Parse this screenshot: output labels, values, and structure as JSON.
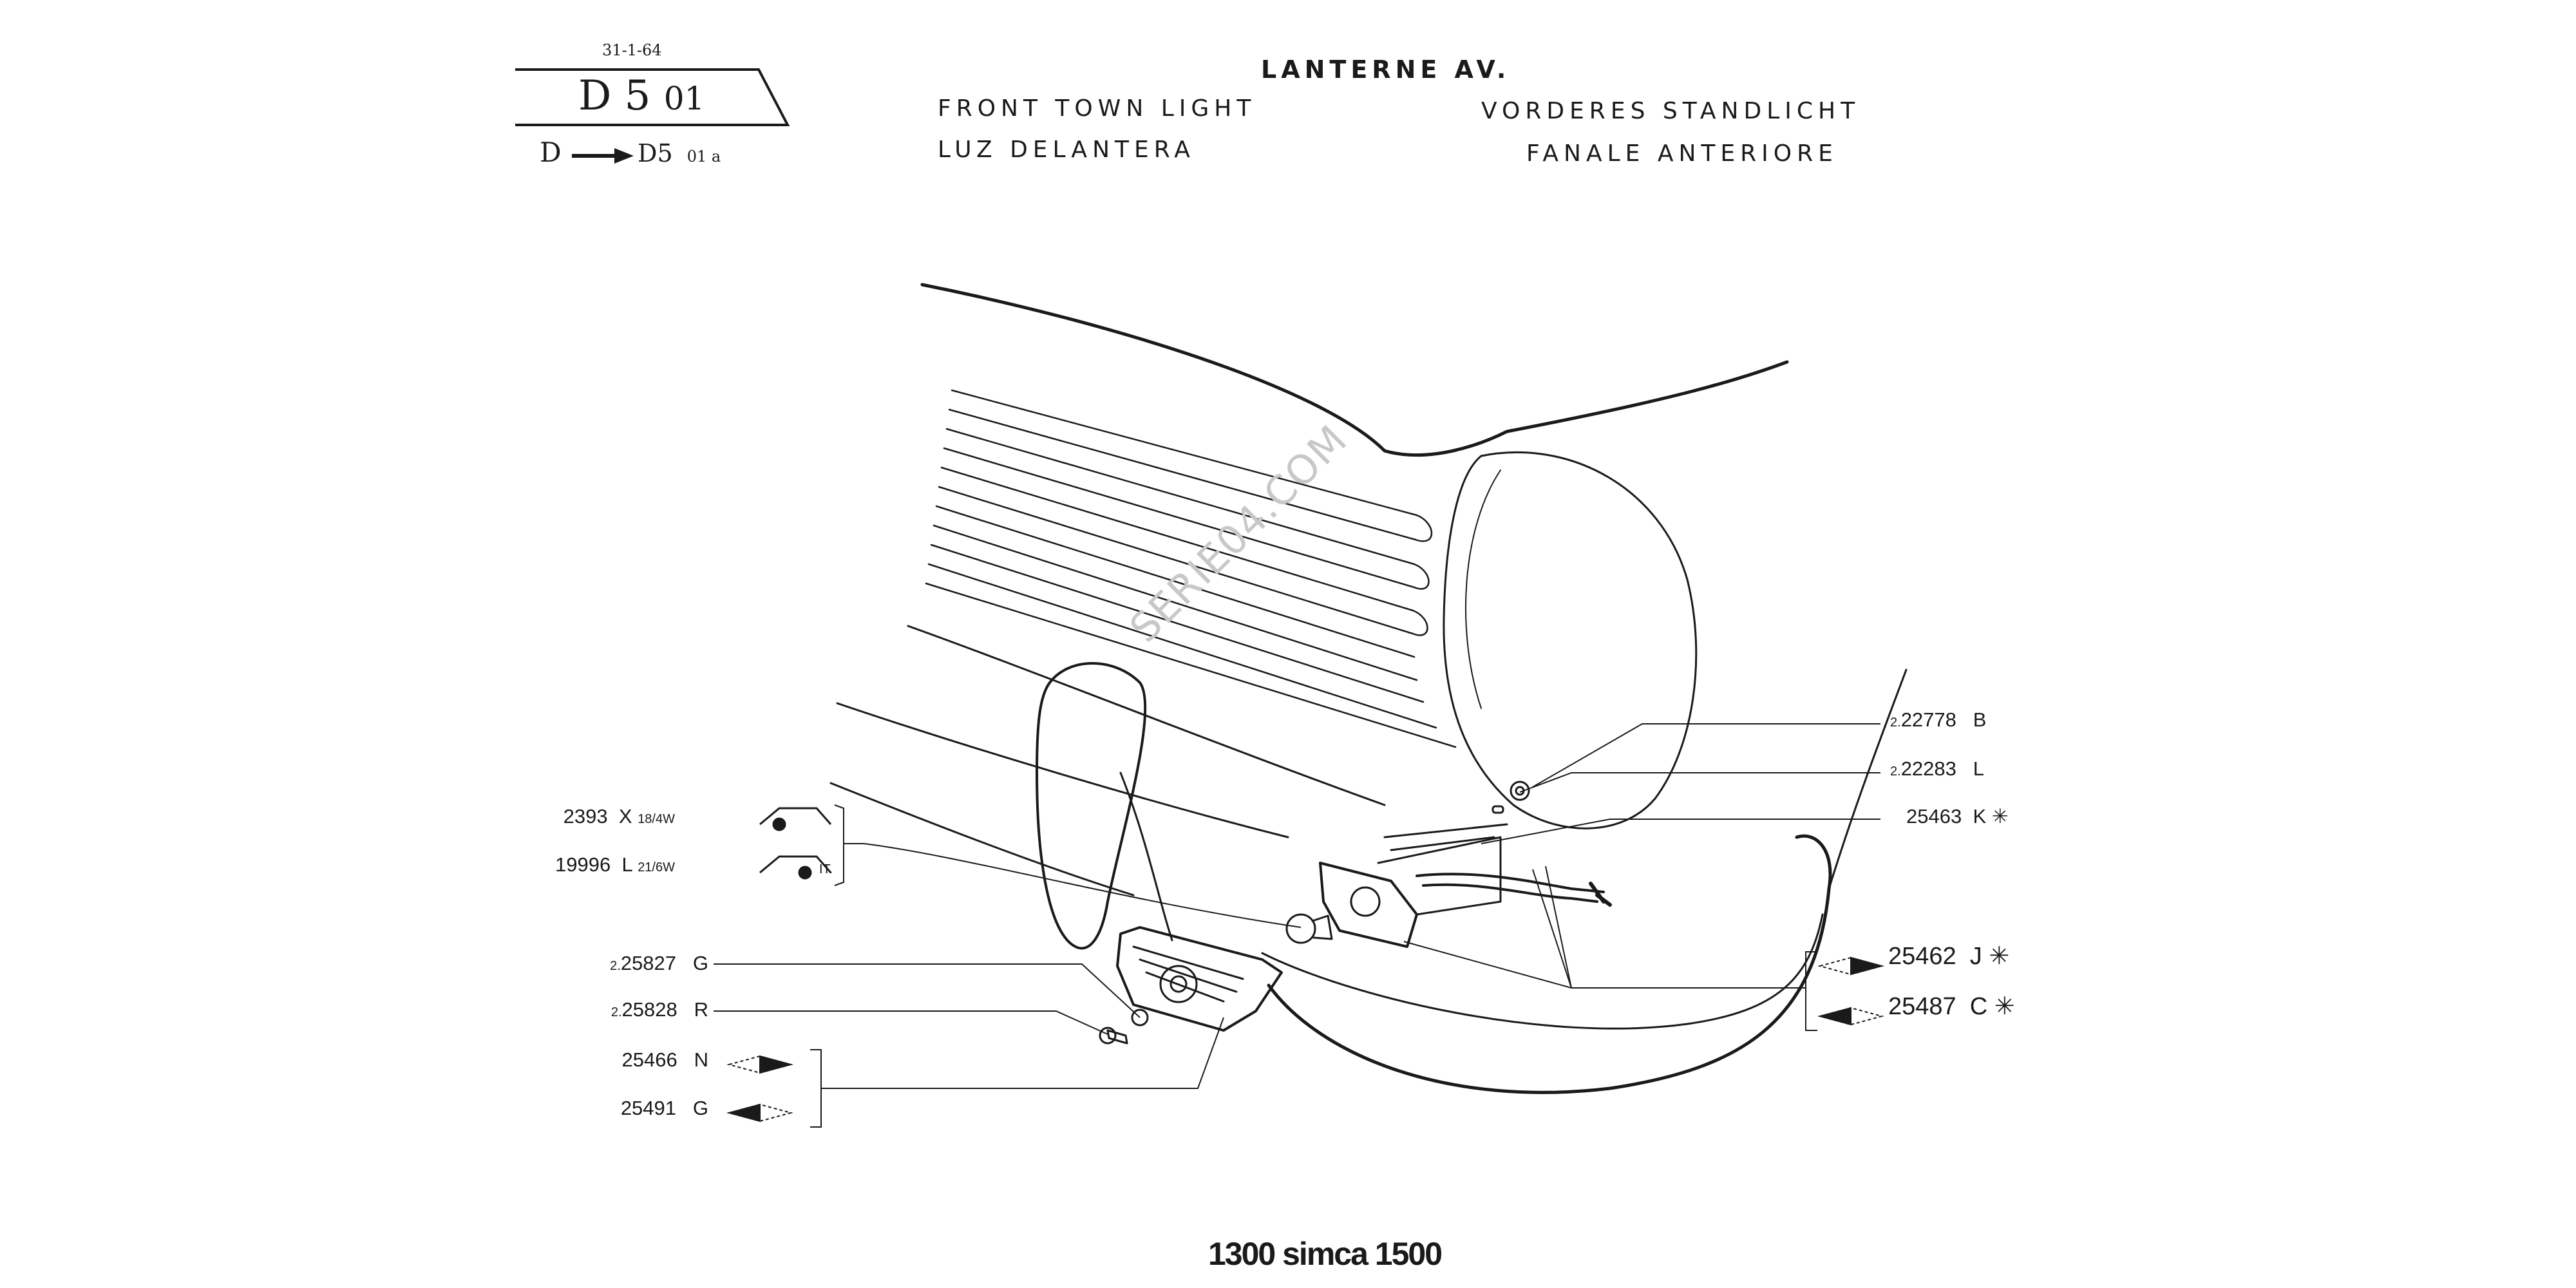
{
  "header": {
    "date": "31-1-64",
    "ref_main": "D 5",
    "ref_suffix": "01",
    "ref_prefix": "D",
    "ref_target": "D5",
    "ref_target_suffix": "01 a",
    "title_fr": "LANTERNE AV.",
    "title_en": "FRONT TOWN LIGHT",
    "title_es": "LUZ DELANTERA",
    "title_de": "VORDERES STANDLICHT",
    "title_it": "FANALE ANTERIORE"
  },
  "watermark": "SERIE04.COM",
  "footer": {
    "brand": "1300 simca 1500"
  },
  "parts_left": [
    {
      "prefix": "",
      "number": "2393",
      "code": "X",
      "spec": "18/4W",
      "note": ""
    },
    {
      "prefix": "",
      "number": "19996",
      "code": "L",
      "spec": "21/6W",
      "note": "IT."
    },
    {
      "prefix": "2.",
      "number": "25827",
      "code": "G",
      "spec": "",
      "note": ""
    },
    {
      "prefix": "2.",
      "number": "25828",
      "code": "R",
      "spec": "",
      "note": ""
    },
    {
      "prefix": "",
      "number": "25466",
      "code": "N",
      "spec": "",
      "note": ""
    },
    {
      "prefix": "",
      "number": "25491",
      "code": "G",
      "spec": "",
      "note": ""
    }
  ],
  "parts_right": [
    {
      "prefix": "2.",
      "number": "22778",
      "code": "B",
      "mark": ""
    },
    {
      "prefix": "2.",
      "number": "22283",
      "code": "L",
      "mark": ""
    },
    {
      "prefix": "",
      "number": "25463",
      "code": "K",
      "mark": "✳"
    },
    {
      "prefix": "",
      "number": "25462",
      "code": "J",
      "mark": "✳"
    },
    {
      "prefix": "",
      "number": "25487",
      "code": "C",
      "mark": "✳"
    }
  ]
}
